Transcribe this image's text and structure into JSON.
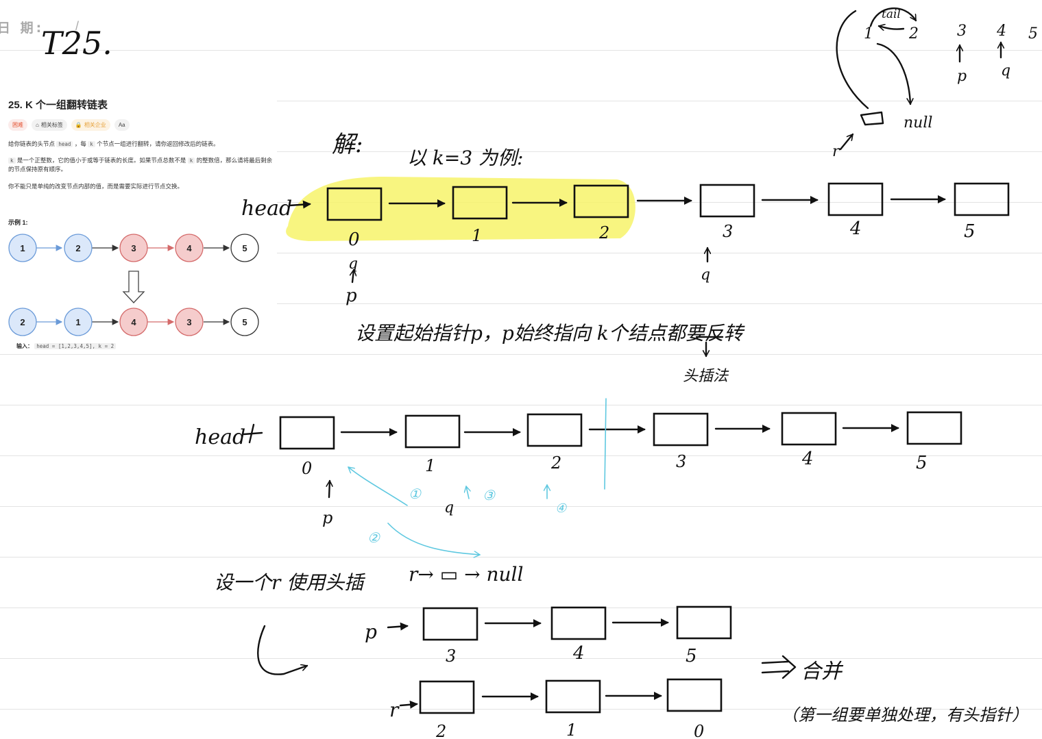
{
  "header": {
    "date_label": "日 期:",
    "date_slash": "/",
    "date_value": "T25."
  },
  "problem": {
    "title": "25. K 个一组翻转链表",
    "tags": [
      "困难",
      "相关标签",
      "相关企业",
      "Aa"
    ],
    "desc_1_a": "给你链表的头节点",
    "desc_1_code_a": "head",
    "desc_1_b": "，每",
    "desc_1_code_b": "k",
    "desc_1_c": "个节点一组进行翻转，请你返回修改后的链表。",
    "desc_2_code": "k",
    "desc_2_a": "是一个正整数，它的值小于或等于链表的长度。如果节点总数不是",
    "desc_2_code_b": "k",
    "desc_2_b": "的整数倍，那么请将最后剩余的节点保持原有顺序。",
    "desc_3": "你不能只是单纯的改变节点内部的值，而是需要实际进行节点交换。",
    "example_label": "示例 1:",
    "list_before": [
      "1",
      "2",
      "3",
      "4",
      "5"
    ],
    "list_after": [
      "2",
      "1",
      "4",
      "3",
      "5"
    ],
    "input_label": "输入：",
    "input_value": "head = [1,2,3,4,5], k = 2",
    "colors": {
      "blue": "#dbe8fa",
      "blue_border": "#6a9ad8",
      "red": "#f5cccc",
      "red_border": "#d46a6a"
    }
  },
  "notes": {
    "solution_label": "解:",
    "example_k": "以 k=3 为例:",
    "head_label": "head",
    "row1_labels": [
      "0",
      "1",
      "2",
      "3",
      "4",
      "5"
    ],
    "p_label": "p",
    "q_label": "q",
    "pointer_note": "设置起始指针p，p始终指向 k个结点都要反转",
    "method": "头插法",
    "row2_head": "head",
    "row2_labels": [
      "0",
      "1",
      "2",
      "3",
      "4",
      "5"
    ],
    "row2_q": "q",
    "circled_1": "①",
    "circled_2": "②",
    "circled_3": "③",
    "circled_4": "④",
    "r_note": "设一个r 使用头插",
    "r_null": "r→ ▭ → null",
    "row3_labels": [
      "3",
      "4",
      "5"
    ],
    "row4_labels": [
      "2",
      "1",
      "0"
    ],
    "r_label": "r",
    "merge": "合并",
    "footnote": "（第一组要单独处理，有头指针）",
    "top_tail": "tail",
    "top_null": "null",
    "top_values": [
      "1",
      "2",
      "3",
      "4",
      "5"
    ]
  }
}
